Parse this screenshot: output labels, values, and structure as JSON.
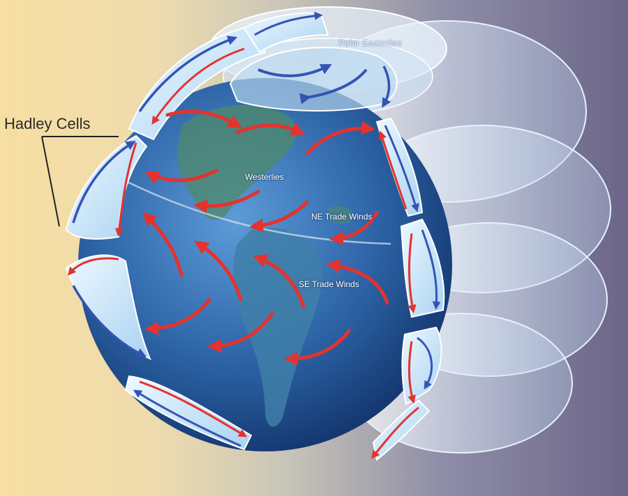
{
  "labels": {
    "hadley_cells": "Hadley Cells",
    "polar_easterlies": "Polar Easterlies",
    "westerlies": "Westerlies",
    "ne_trade_winds": "NE Trade Winds",
    "se_trade_winds": "SE Trade Winds"
  },
  "colors": {
    "background_left": "#f7dea2",
    "background_right": "#6c6689",
    "ocean": "#2f6db3",
    "land": "#4f8a6a",
    "cell_fill": "#d6ecfa",
    "warm_flow_arrow": "#e5322d",
    "cool_flow_arrow": "#3553b4"
  }
}
